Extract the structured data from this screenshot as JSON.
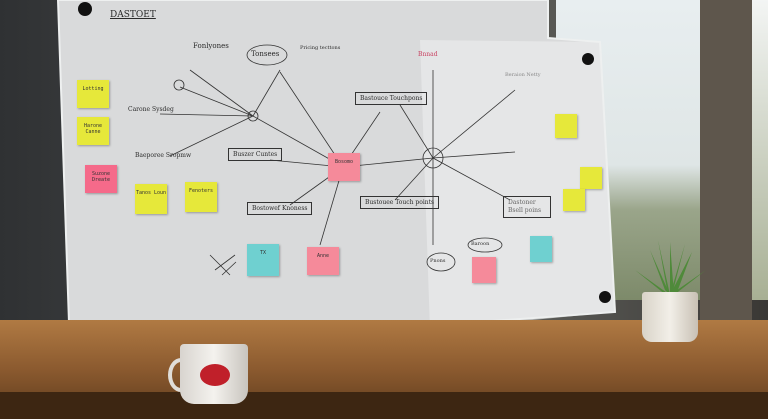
{
  "board": {
    "title": "DASTOET",
    "labels": [
      "Tonsees",
      "Fonlyones",
      "Pricing tecttons",
      "Carone Sysdeg",
      "Baeporee Sropmw",
      "Buszer Cuntes",
      "Bastouce Touchpons",
      "Bostowef Knoness",
      "Bustouee Touch points",
      "Dastoner Bsell poins",
      "Baroon",
      "Pnons",
      "Bnnad",
      "Beraion Netty"
    ],
    "notes": [
      {
        "text": "Lotting",
        "color": "#e6e83a"
      },
      {
        "text": "Harone Canne",
        "color": "#e6e83a"
      },
      {
        "text": "Suzone Dreate",
        "color": "#f56a8a"
      },
      {
        "text": "Tanos Loun",
        "color": "#e6e83a"
      },
      {
        "text": "Fenoters",
        "color": "#e6e83a"
      },
      {
        "text": "Bosomo",
        "color": "#f58a9a"
      },
      {
        "text": "TX",
        "color": "#6fd0d0"
      },
      {
        "text": "Anne",
        "color": "#f58a9a"
      },
      {
        "text": "",
        "color": "#e6e83a"
      },
      {
        "text": "",
        "color": "#e6e83a"
      },
      {
        "text": "",
        "color": "#e6e83a"
      },
      {
        "text": "",
        "color": "#f58a9a"
      },
      {
        "text": "",
        "color": "#6fd0d0"
      }
    ]
  }
}
